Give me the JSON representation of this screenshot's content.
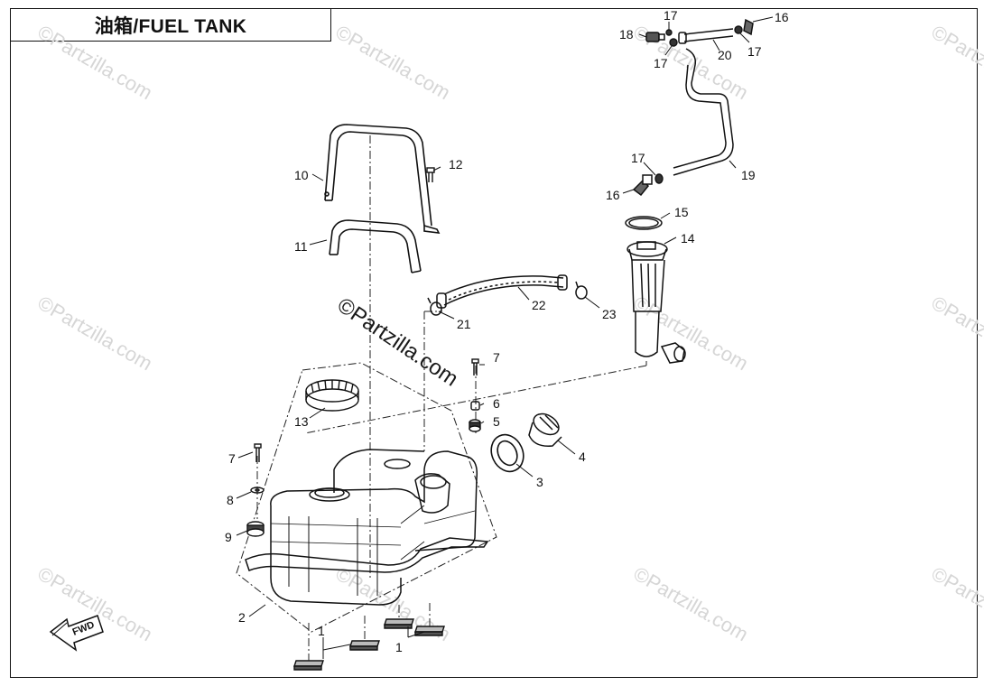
{
  "diagram": {
    "title": "油箱/FUEL TANK",
    "direction_label": "FWD",
    "watermark_main": "©Partzilla.com",
    "watermark_tile": "©Partzilla.com",
    "callouts": [
      {
        "id": "c1a",
        "label": "1"
      },
      {
        "id": "c1b",
        "label": "1"
      },
      {
        "id": "c2",
        "label": "2"
      },
      {
        "id": "c3",
        "label": "3"
      },
      {
        "id": "c4",
        "label": "4"
      },
      {
        "id": "c5",
        "label": "5"
      },
      {
        "id": "c6",
        "label": "6"
      },
      {
        "id": "c7a",
        "label": "7"
      },
      {
        "id": "c7b",
        "label": "7"
      },
      {
        "id": "c8",
        "label": "8"
      },
      {
        "id": "c9",
        "label": "9"
      },
      {
        "id": "c10",
        "label": "10"
      },
      {
        "id": "c11",
        "label": "11"
      },
      {
        "id": "c12",
        "label": "12"
      },
      {
        "id": "c13",
        "label": "13"
      },
      {
        "id": "c14",
        "label": "14"
      },
      {
        "id": "c15",
        "label": "15"
      },
      {
        "id": "c16a",
        "label": "16"
      },
      {
        "id": "c16b",
        "label": "16"
      },
      {
        "id": "c17a",
        "label": "17"
      },
      {
        "id": "c17b",
        "label": "17"
      },
      {
        "id": "c17c",
        "label": "17"
      },
      {
        "id": "c17d",
        "label": "17"
      },
      {
        "id": "c18",
        "label": "18"
      },
      {
        "id": "c19",
        "label": "19"
      },
      {
        "id": "c20",
        "label": "20"
      },
      {
        "id": "c21",
        "label": "21"
      },
      {
        "id": "c22",
        "label": "22"
      },
      {
        "id": "c23",
        "label": "23"
      }
    ]
  }
}
